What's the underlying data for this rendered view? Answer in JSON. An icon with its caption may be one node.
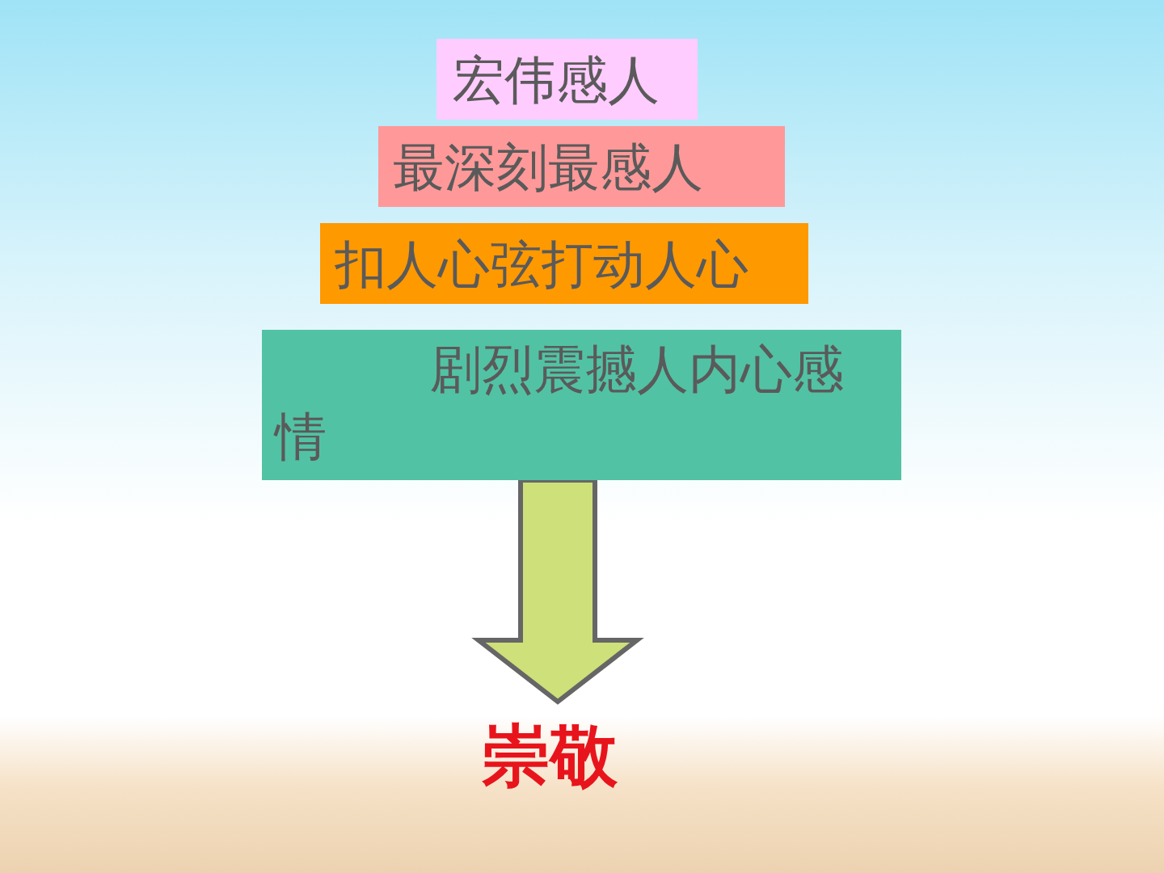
{
  "diagram": {
    "nodes": [
      {
        "text": [
          "宏伟感人"
        ]
      },
      {
        "text": [
          "最深刻最感人"
        ]
      },
      {
        "text": [
          "扣人心弦打动人心"
        ]
      },
      {
        "text": [
          "剧烈震撼人内心感情"
        ]
      },
      {
        "text": [
          "崇敬"
        ]
      }
    ],
    "edges": [
      {
        "from": 3,
        "to": 4,
        "arrow": "to",
        "style": "thick"
      }
    ]
  }
}
